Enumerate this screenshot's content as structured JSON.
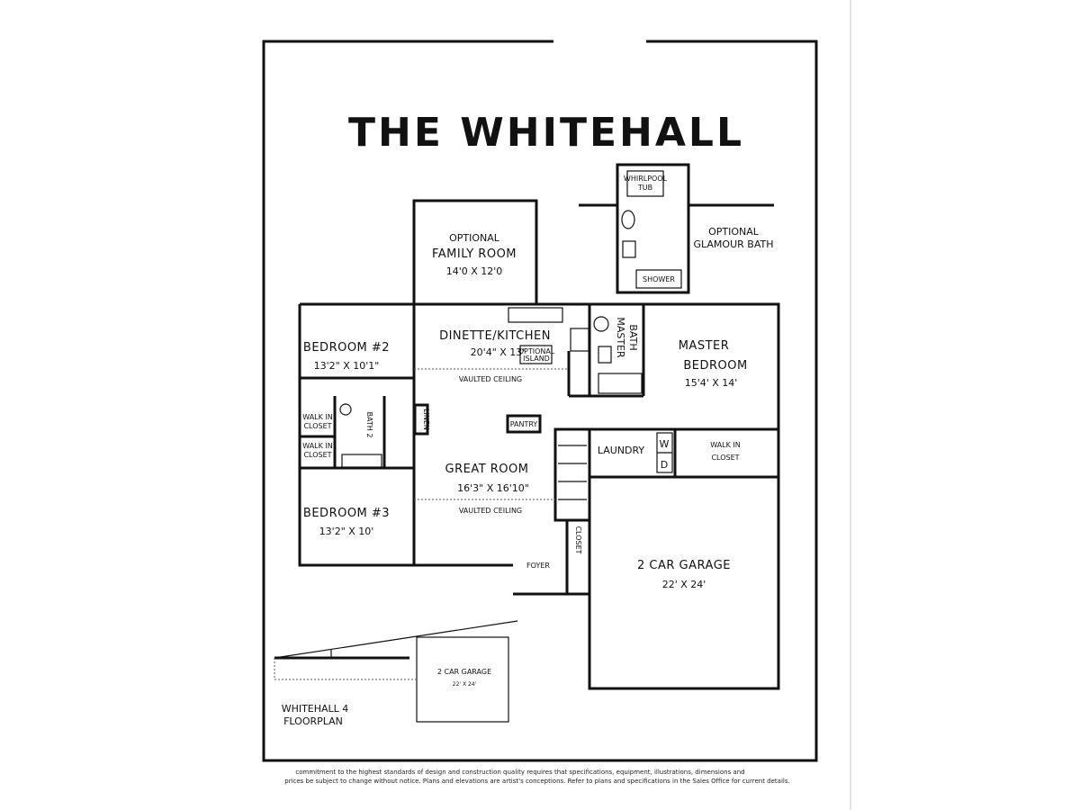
{
  "title": "THE WHITEHALL",
  "rooms": {
    "family_room": {
      "line1": "OPTIONAL",
      "line2": "FAMILY ROOM",
      "size": "14'0 X 12'0"
    },
    "glamour_bath": {
      "line1": "OPTIONAL",
      "line2": "GLAMOUR BATH",
      "tub1": "WHIRLPOOL",
      "tub2": "TUB",
      "shower": "SHOWER"
    },
    "kitchen": {
      "name": "DINETTE/KITCHEN",
      "size": "20'4\" X 13'",
      "island1": "OPTIONAL",
      "island2": "ISLAND",
      "ceiling": "VAULTED CEILING"
    },
    "bedroom2": {
      "name": "BEDROOM #2",
      "size": "13'2\" X 10'1\""
    },
    "walk_in_closet_1": {
      "line1": "WALK IN",
      "line2": "CLOSET"
    },
    "walk_in_closet_2": {
      "line1": "WALK IN",
      "line2": "CLOSET"
    },
    "bath2": "BATH 2",
    "linen": "LINEN",
    "pantry": "PANTRY",
    "master_bath": {
      "line1": "MASTER",
      "line2": "BATH"
    },
    "master_bedroom": {
      "line1": "MASTER",
      "line2": "BEDROOM",
      "size": "15'4' X 14'"
    },
    "great_room": {
      "name": "GREAT ROOM",
      "size": "16'3\" X 16'10\"",
      "ceiling": "VAULTED CEILING"
    },
    "laundry": {
      "name": "LAUNDRY",
      "washer": "W",
      "dryer": "D"
    },
    "master_closet": {
      "line1": "WALK IN",
      "line2": "CLOSET"
    },
    "bedroom3": {
      "name": "BEDROOM #3",
      "size": "13'2\" X 10'"
    },
    "foyer": "FOYER",
    "closet": "CLOSET",
    "garage": {
      "name": "2 CAR GARAGE",
      "size": "22' X 24'"
    },
    "alt_garage": {
      "name": "2 CAR GARAGE",
      "size": "22' X 24'"
    }
  },
  "caption": {
    "line1": "WHITEHALL 4",
    "line2": "FLOORPLAN"
  },
  "disclaimer": {
    "line1": "commitment to the highest standards of design and construction quality requires that specifications, equipment, illustrations, dimensions and",
    "line2": "prices be subject to change without notice. Plans and elevations are artist's conceptions. Refer to plans and specifications in the Sales Office for current details."
  }
}
